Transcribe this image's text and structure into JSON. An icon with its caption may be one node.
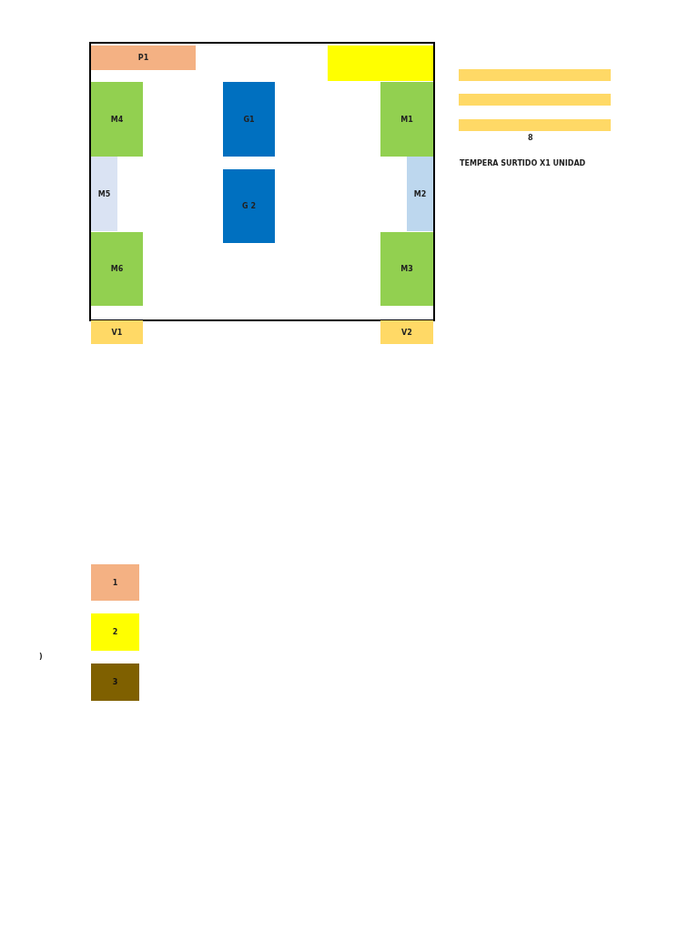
{
  "diagram": {
    "nodes": [
      {
        "text": [],
        "shape": "box"
      },
      {
        "text": [
          "P1"
        ],
        "in": 0
      },
      {
        "text": [],
        "shape": "box",
        "in": 0
      },
      {
        "text": [
          "M4"
        ],
        "in": 0
      },
      {
        "text": [
          "G1"
        ],
        "in": 0
      },
      {
        "text": [
          "M1"
        ],
        "in": 0
      },
      {
        "text": [
          "M5"
        ],
        "in": 0
      },
      {
        "text": [
          "M2"
        ],
        "in": 0
      },
      {
        "text": [
          "G 2"
        ],
        "in": 0
      },
      {
        "text": [
          "M6"
        ],
        "in": 0
      },
      {
        "text": [
          "M3"
        ],
        "in": 0
      },
      {
        "text": [
          "V1"
        ]
      },
      {
        "text": [
          "V2"
        ]
      },
      {
        "text": [],
        "shape": "bar"
      },
      {
        "text": [],
        "shape": "bar"
      },
      {
        "text": [],
        "shape": "bar"
      },
      {
        "text": [
          "1"
        ]
      },
      {
        "text": [
          "2"
        ]
      },
      {
        "text": [
          "3"
        ]
      }
    ],
    "labels": [
      "8",
      "TEMPERA SURTIDO X1 UNIDAD",
      ")"
    ]
  }
}
